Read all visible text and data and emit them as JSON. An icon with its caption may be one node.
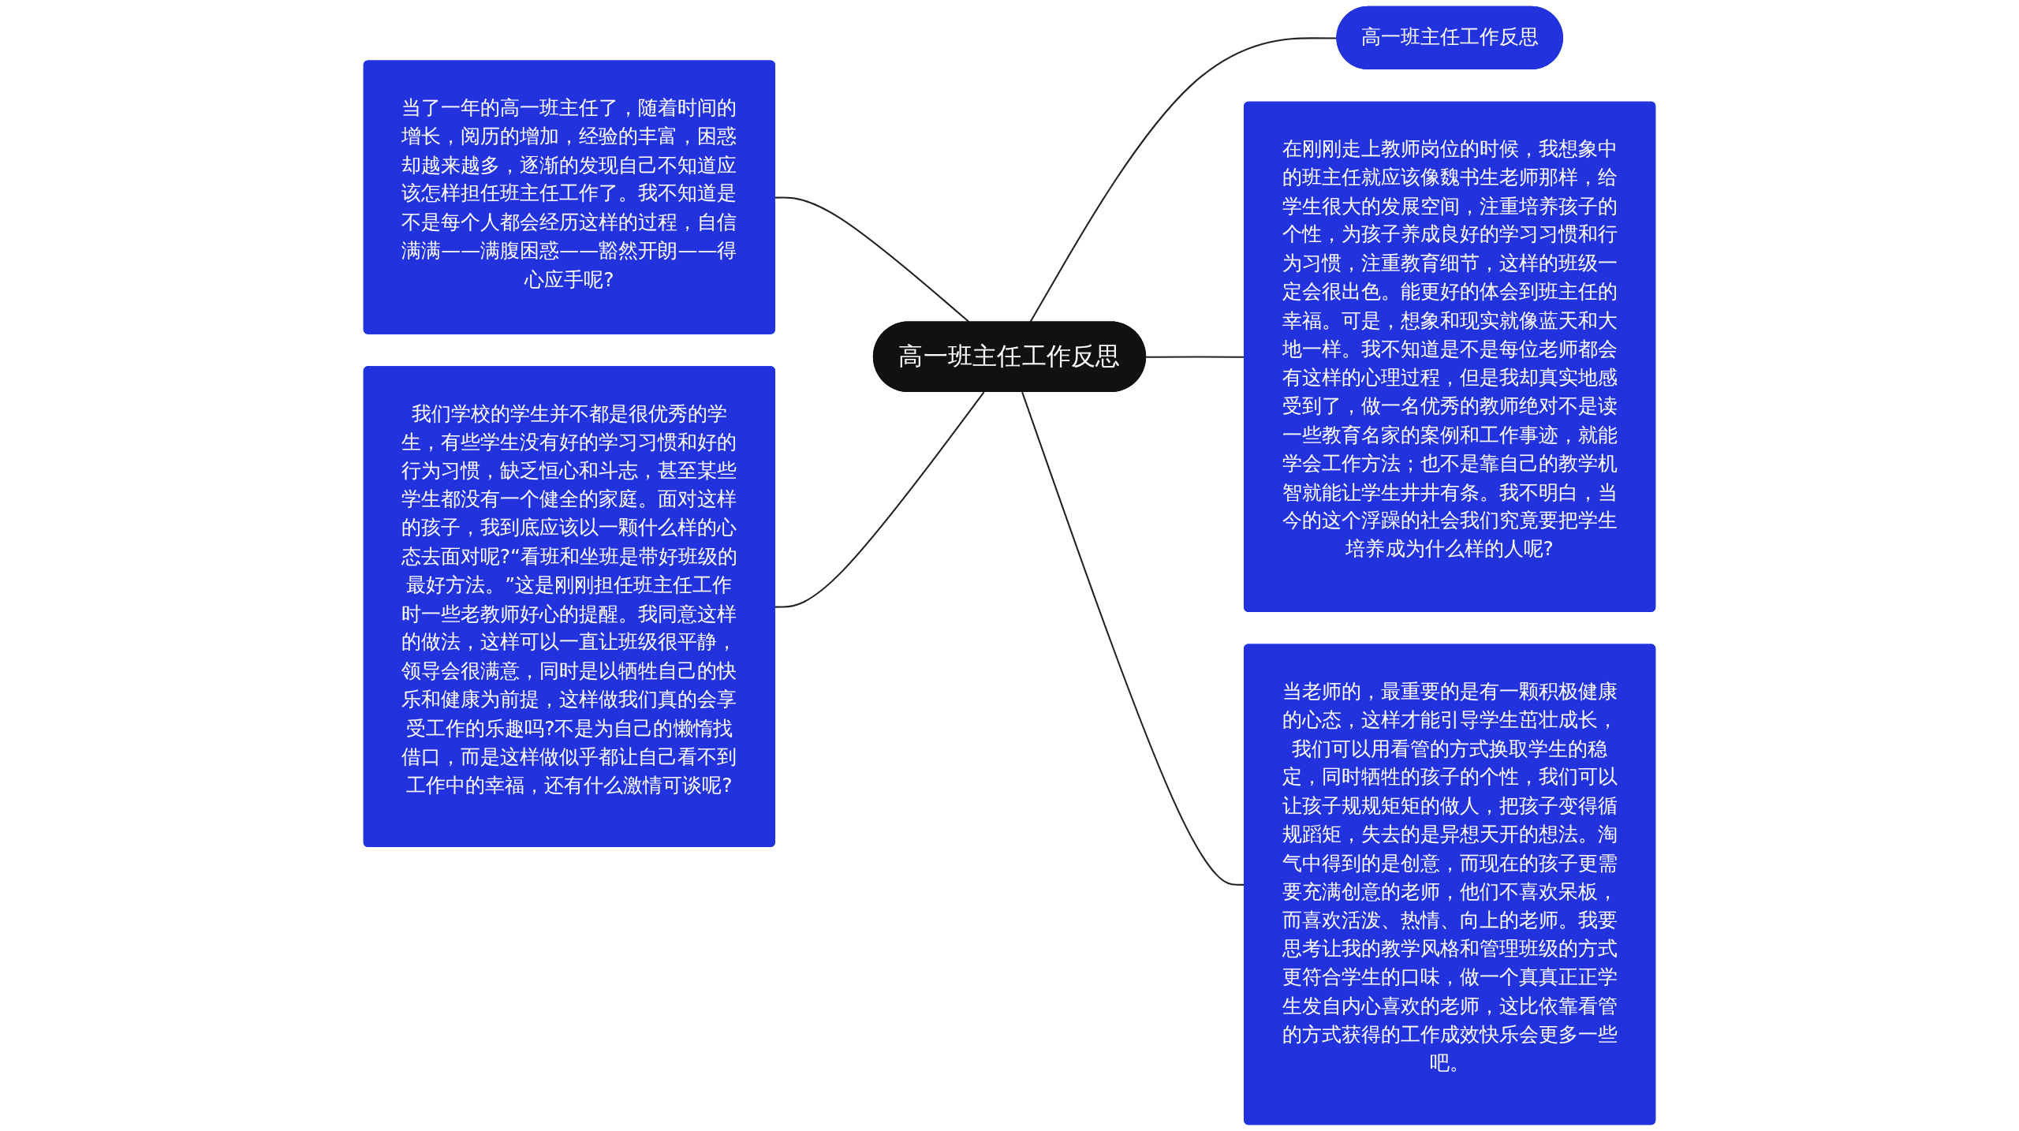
{
  "diagram": {
    "nodes": [
      {
        "text": [
          "高一班主任工作反思"
        ]
      },
      {
        "text": [
          "高一班主任工作反思"
        ]
      },
      {
        "text": [
          "当了一年的高一班主任了，随着时间的增长，阅历的增加，经验的丰富，困惑却越来越多，逐渐的发现自己不知道应该怎样担任班主任工作了。我不知道是不是每个人都会经历这样的过程，自信满满——满腹困惑——豁然开朗——得心应手呢?"
        ]
      },
      {
        "text": [
          "我们学校的学生并不都是很优秀的学生，有些学生没有好的学习习惯和好的行为习惯，缺乏恒心和斗志，甚至某些学生都没有一个健全的家庭。面对这样的孩子，我到底应该以一颗什么样的心态去面对呢?“看班和坐班是带好班级的最好方法。”这是刚刚担任班主任工作时一些老教师好心的提醒。我同意这样的做法，这样可以一直让班级很平静，领导会很满意，同时是以牺牲自己的快乐和健康为前提，这样做我们真的会享受工作的乐趣吗?不是为自己的懒惰找借口，而是这样做似乎都让自己看不到工作中的幸福，还有什么激情可谈呢?"
        ]
      },
      {
        "text": [
          "在刚刚走上教师岗位的时候，我想象中的班主任就应该像魏书生老师那样，给学生很大的发展空间，注重培养孩子的个性，为孩子养成良好的学习习惯和行为习惯，注重教育细节，这样的班级一定会很出色。能更好的体会到班主任的幸福。可是，想象和现实就像蓝天和大地一样。我不知道是不是每位老师都会有这样的心理过程，但是我却真实地感受到了，做一名优秀的教师绝对不是读一些教育名家的案例和工作事迹，就能学会工作方法；也不是靠自己的教学机智就能让学生井井有条。我不明白，当今的这个浮躁的社会我们究竟要把学生培养成为什么样的人呢?"
        ]
      },
      {
        "text": [
          "当老师的，最重要的是有一颗积极健康的心态，这样才能引导学生茁壮成长，我们可以用看管的方式换取学生的稳定，同时牺牲的孩子的个性，我们可以让孩子规规矩矩的做人，把孩子变得循规蹈矩，失去的是异想天开的想法。淘气中得到的是创意，而现在的孩子更需要充满创意的老师，他们不喜欢呆板，而喜欢活泼、热情、向上的老师。我要思考让我的教学风格和管理班级的方式更符合学生的口味，做一个真真正正学生发自内心喜欢的老师，这比依靠看管的方式获得的工作成效快乐会更多一些吧。"
        ]
      }
    ],
    "edges": [
      {
        "from": 0,
        "to": 1,
        "arrow": "none"
      },
      {
        "from": 2,
        "to": 0,
        "arrow": "none"
      },
      {
        "from": 3,
        "to": 0,
        "arrow": "none"
      },
      {
        "from": 0,
        "to": 4,
        "arrow": "none"
      },
      {
        "from": 0,
        "to": 5,
        "arrow": "none"
      }
    ]
  }
}
